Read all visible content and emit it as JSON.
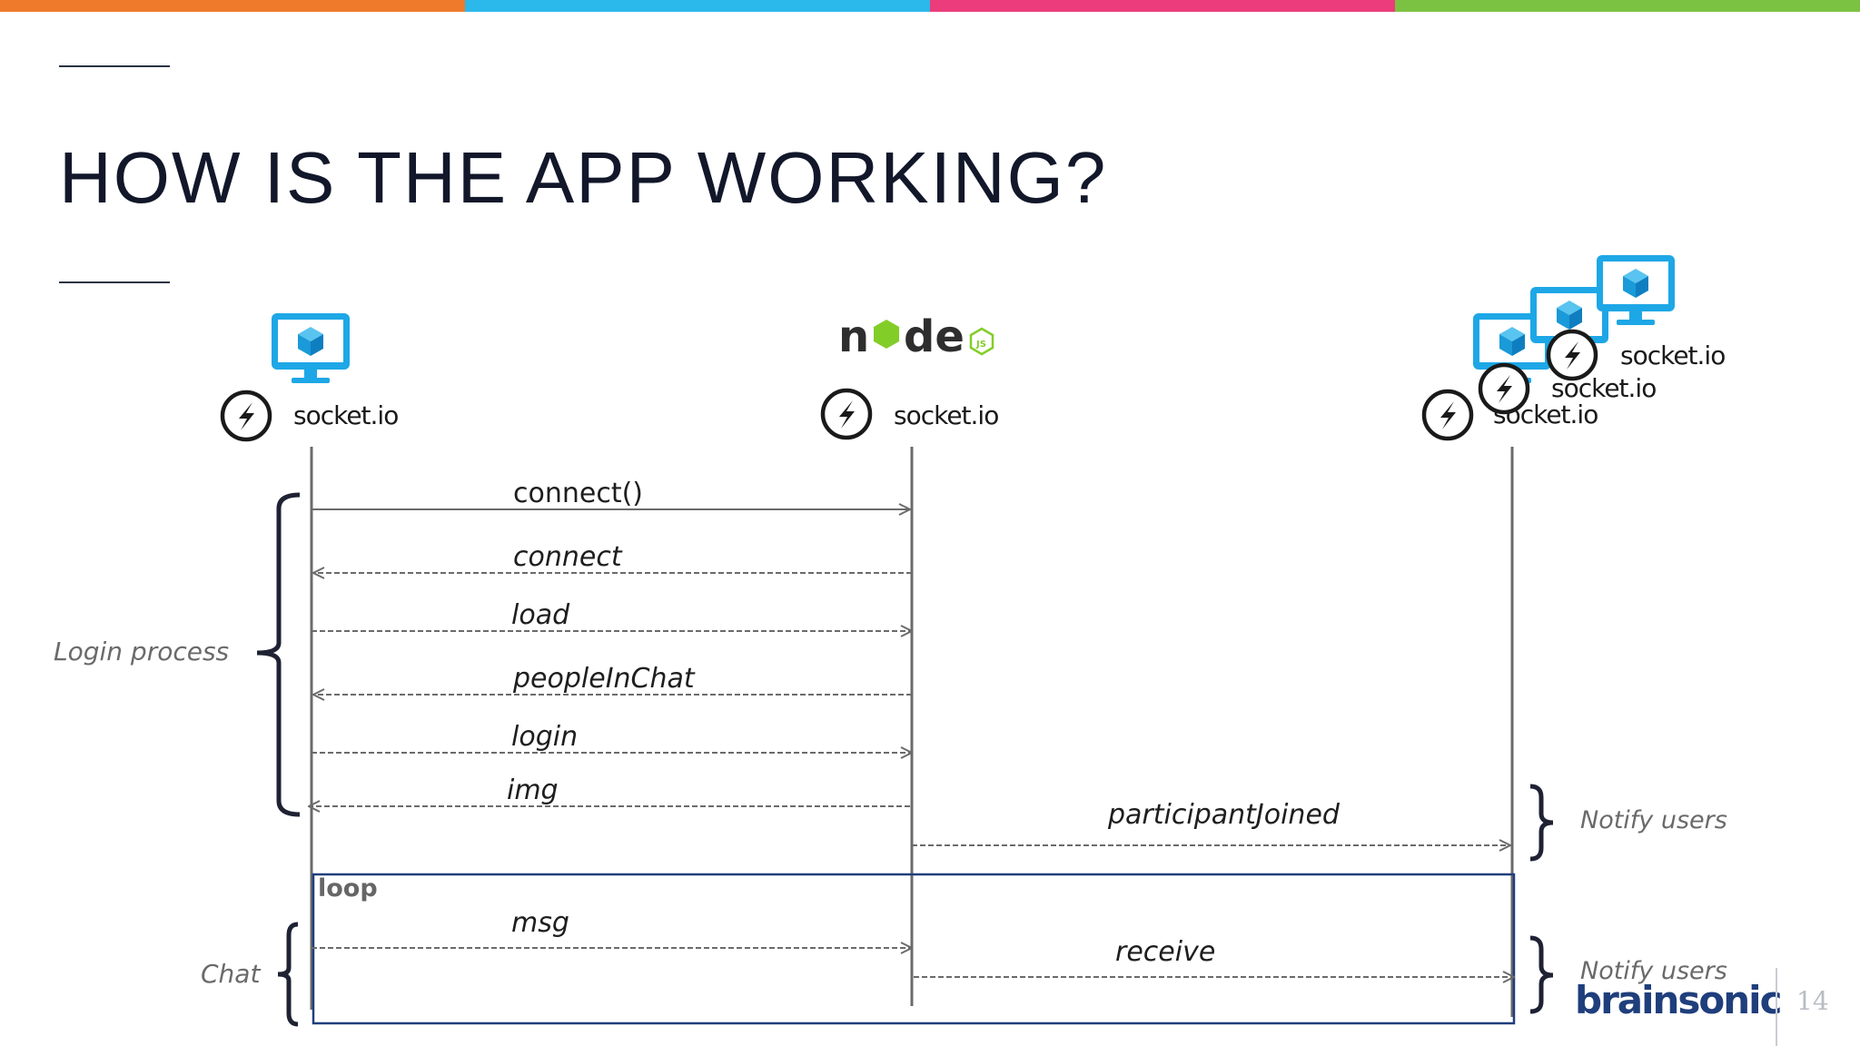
{
  "slide": {
    "title": "HOW IS THE APP WORKING?",
    "page_number": "14",
    "brand": "brainsonic",
    "top_bar_colors": [
      "#f07a2b",
      "#2bb8ea",
      "#ec3c7b",
      "#7cc242"
    ]
  },
  "participants": {
    "client": {
      "label": "socket.io",
      "icon": "azure-vm-monitor-icon",
      "lib_icon": "socketio-icon"
    },
    "server": {
      "label": "socket.io",
      "logo": "node",
      "logo_suffix": "JS",
      "lib_icon": "socketio-icon"
    },
    "others": {
      "labels": [
        "socket.io",
        "socket.io",
        "socket.io"
      ],
      "icon": "azure-vm-monitor-icon",
      "lib_icon": "socketio-icon"
    }
  },
  "messages": [
    {
      "label": "connect()",
      "style": "solid",
      "direction": "client-to-server"
    },
    {
      "label": "connect",
      "style": "dashed",
      "direction": "server-to-client"
    },
    {
      "label": "load",
      "style": "dashed",
      "direction": "client-to-server"
    },
    {
      "label": "peopleInChat",
      "style": "dashed",
      "direction": "server-to-client"
    },
    {
      "label": "login",
      "style": "dashed",
      "direction": "client-to-server"
    },
    {
      "label": "img",
      "style": "dashed",
      "direction": "server-to-client"
    },
    {
      "label": "participantJoined",
      "style": "dashed",
      "direction": "server-to-others"
    },
    {
      "label": "msg",
      "style": "dashed",
      "direction": "client-to-server"
    },
    {
      "label": "receive",
      "style": "dashed",
      "direction": "server-to-others"
    }
  ],
  "loop_label": "loop",
  "annotations": {
    "login_process": "Login process",
    "chat": "Chat",
    "notify_users_1": "Notify users",
    "notify_users_2": "Notify users"
  },
  "colors": {
    "title": "#12172a",
    "line": "#6b6b6b",
    "loop_frame": "#1f3e7c",
    "monitor": "#1ea7e6",
    "brand": "#1f3e7c",
    "annotation": "#6a6a6a"
  }
}
